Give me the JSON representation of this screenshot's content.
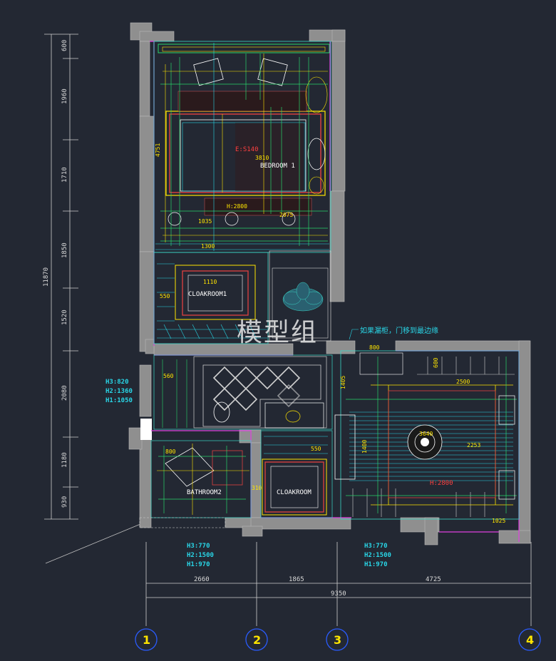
{
  "watermark": "模型组",
  "note": "如果漏柜，门移到最边缘",
  "rooms": {
    "bedroom": "BEDROOM 1",
    "cloakroom1": "CLOAKROOM1",
    "bathroom": "BATHROOM2",
    "cloakroom2": "CLOAKROOM"
  },
  "left_dims": [
    "600",
    "1960",
    "1710",
    "1850",
    "1520",
    "2080",
    "1180",
    "930"
  ],
  "left_total": "11870",
  "bottom_dims": [
    "2660",
    "1865",
    "4725"
  ],
  "bottom_total": "9350",
  "grid_labels": [
    "1",
    "2",
    "3",
    "4"
  ],
  "height_tags": {
    "left": [
      "H3:820",
      "H2:1360",
      "H1:1050"
    ],
    "mid": [
      "H3:770",
      "H2:1500",
      "H1:970"
    ],
    "right": [
      "H3:770",
      "H2:1500",
      "H1:970"
    ]
  },
  "labels": {
    "e_label": "E:S140",
    "h_label": "H:2800",
    "h_label2": "H:2800",
    "w_3810": "3810",
    "w_2075": "2075",
    "w_1300": "1300",
    "w_1035": "1035",
    "w_4751": "4751",
    "w_2500": "2500",
    "w_3640": "3640",
    "w_2253": "2253",
    "w_800": "800",
    "w_1025": "1025",
    "w_600": "600",
    "w_1400": "1400",
    "w_1110": "1110",
    "w_550": "550",
    "w_560": "560",
    "w_800b": "800",
    "w_310": "310",
    "w_1405": "1405"
  }
}
